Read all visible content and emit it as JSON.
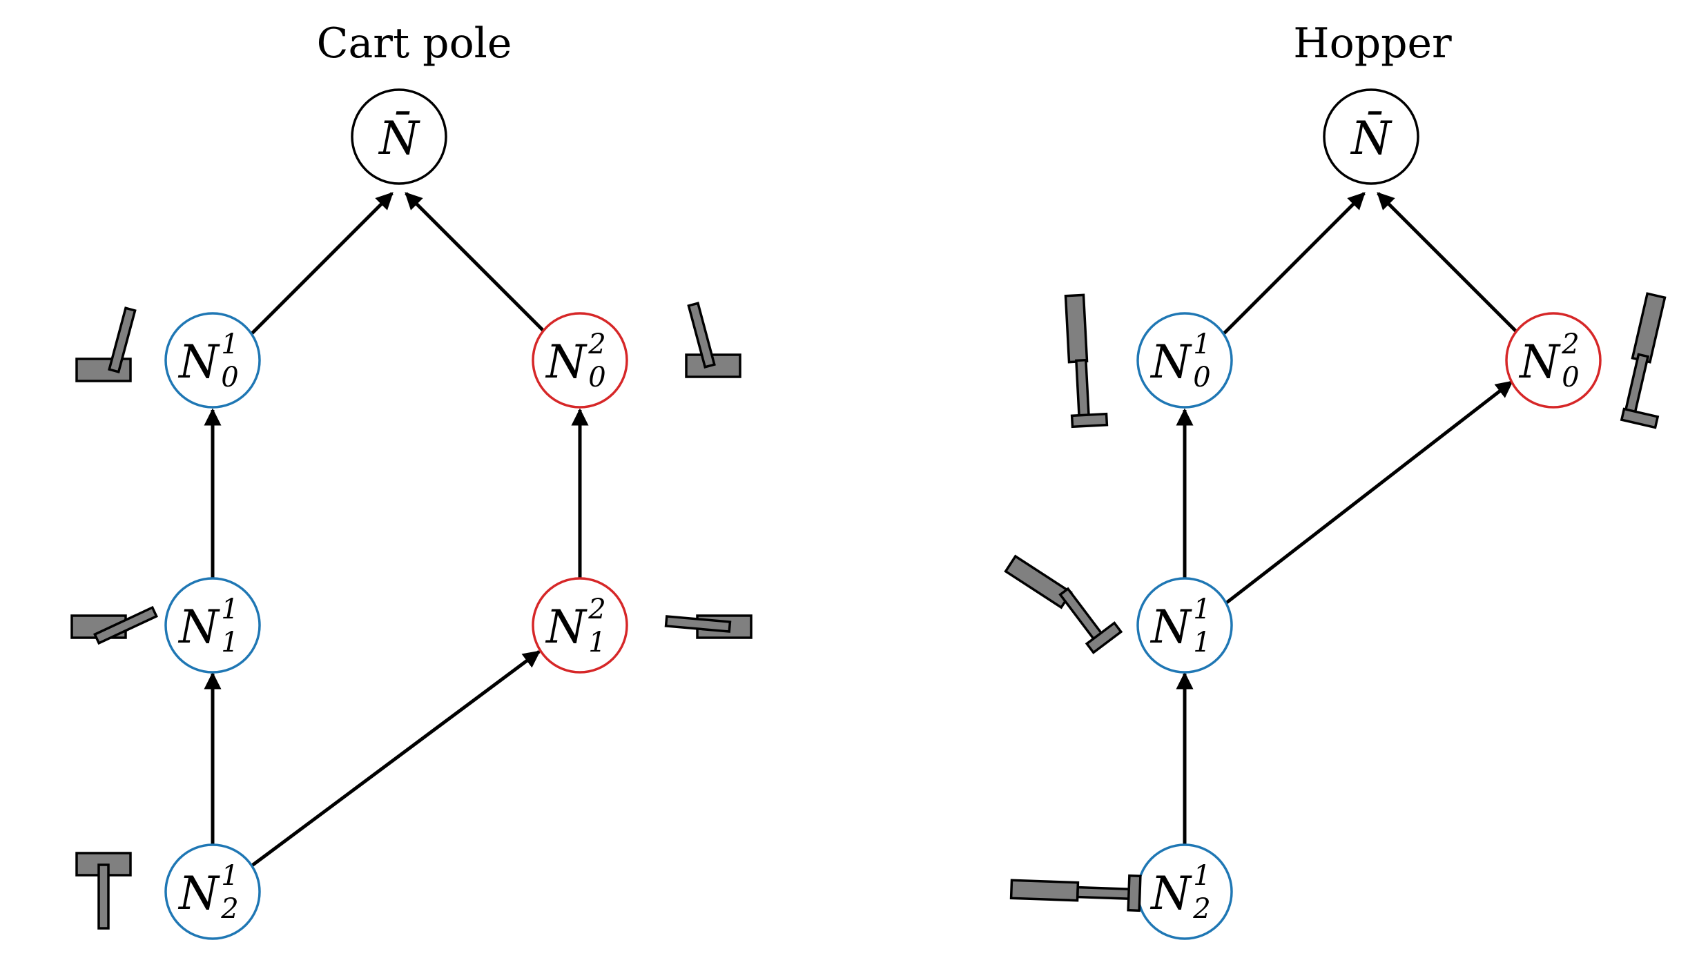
{
  "panels": [
    {
      "title": "Cart pole",
      "root": {
        "symbol": "N̄"
      },
      "nodes": [
        {
          "id": "n0_1",
          "symbol": "N",
          "sup": "1",
          "sub": "0",
          "color": "#1f77b4"
        },
        {
          "id": "n0_2",
          "symbol": "N",
          "sup": "2",
          "sub": "0",
          "color": "#d62728"
        },
        {
          "id": "n1_1",
          "symbol": "N",
          "sup": "1",
          "sub": "1",
          "color": "#1f77b4"
        },
        {
          "id": "n1_2",
          "symbol": "N",
          "sup": "2",
          "sub": "1",
          "color": "#d62728"
        },
        {
          "id": "n2_1",
          "symbol": "N",
          "sup": "1",
          "sub": "2",
          "color": "#1f77b4"
        }
      ],
      "edges": [
        {
          "from": "n0_1",
          "to": "root"
        },
        {
          "from": "n0_2",
          "to": "root"
        },
        {
          "from": "n1_1",
          "to": "n0_1"
        },
        {
          "from": "n1_2",
          "to": "n0_2"
        },
        {
          "from": "n2_1",
          "to": "n1_1"
        },
        {
          "from": "n2_1",
          "to": "n1_2"
        }
      ]
    },
    {
      "title": "Hopper",
      "root": {
        "symbol": "N̄"
      },
      "nodes": [
        {
          "id": "n0_1",
          "symbol": "N",
          "sup": "1",
          "sub": "0",
          "color": "#1f77b4"
        },
        {
          "id": "n0_2",
          "symbol": "N",
          "sup": "2",
          "sub": "0",
          "color": "#d62728"
        },
        {
          "id": "n1_1",
          "symbol": "N",
          "sup": "1",
          "sub": "1",
          "color": "#1f77b4"
        },
        {
          "id": "n2_1",
          "symbol": "N",
          "sup": "1",
          "sub": "2",
          "color": "#1f77b4"
        }
      ],
      "edges": [
        {
          "from": "n0_1",
          "to": "root"
        },
        {
          "from": "n0_2",
          "to": "root"
        },
        {
          "from": "n1_1",
          "to": "n0_1"
        },
        {
          "from": "n1_1",
          "to": "n0_2"
        },
        {
          "from": "n2_1",
          "to": "n1_1"
        }
      ]
    }
  ],
  "colors": {
    "blue": "#1f77b4",
    "red": "#d62728",
    "part_fill": "#808080"
  }
}
